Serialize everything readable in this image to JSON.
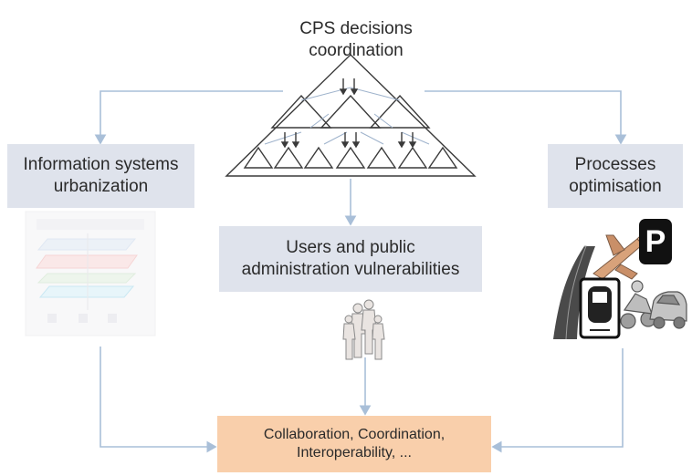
{
  "diagram": {
    "title": {
      "line1": "CPS decisions",
      "line2": "coordination"
    },
    "info_systems": {
      "line1": "Information systems",
      "line2": "urbanization"
    },
    "processes": {
      "line1": "Processes",
      "line2": "optimisation"
    },
    "users": {
      "line1": "Users and public",
      "line2": "administration vulnerabilities"
    },
    "collaboration": {
      "line1": "Collaboration, Coordination,",
      "line2": "Interoperability, ..."
    },
    "parking_sign": "P",
    "icons": [
      "pyramid-hierarchy-icon",
      "system-architecture-thumbnail",
      "road-icon",
      "airplane-icon",
      "parking-sign-icon",
      "train-icon",
      "motorcycle-icon",
      "car-icon",
      "people-group-icon"
    ],
    "colors": {
      "blue_box": "#dfe3ec",
      "orange_box": "#f9cfab",
      "arrow": "#a9bfd8",
      "triangle": "#3a3a3a"
    }
  }
}
